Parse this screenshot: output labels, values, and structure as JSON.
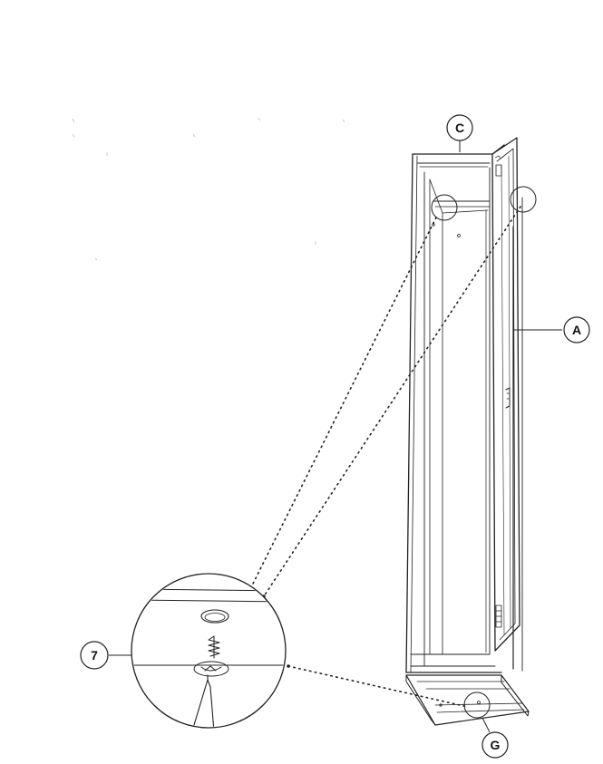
{
  "callouts": {
    "c": "C",
    "a": "A",
    "seven": "7",
    "g": "G"
  },
  "colors": {
    "line": "#222222",
    "background": "#ffffff"
  }
}
